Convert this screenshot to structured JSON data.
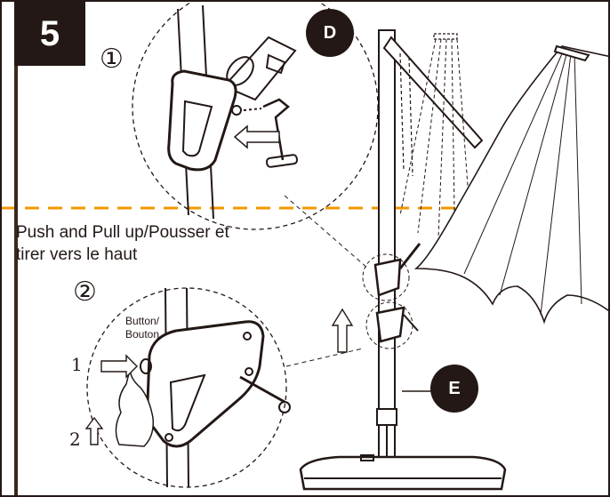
{
  "step": {
    "number": "5"
  },
  "callouts": {
    "d": "D",
    "e": "E"
  },
  "substeps": {
    "first": "①",
    "second": "②"
  },
  "instruction": {
    "line1": "Push and Pull up/Pousser et",
    "line2": "tirer vers le haut"
  },
  "button_label": {
    "line1": "Button/",
    "line2": "Bouton"
  },
  "sequence": {
    "one": "1",
    "two": "2"
  },
  "colors": {
    "ink": "#231815",
    "divider": "#f39800",
    "paper": "#ffffff"
  }
}
